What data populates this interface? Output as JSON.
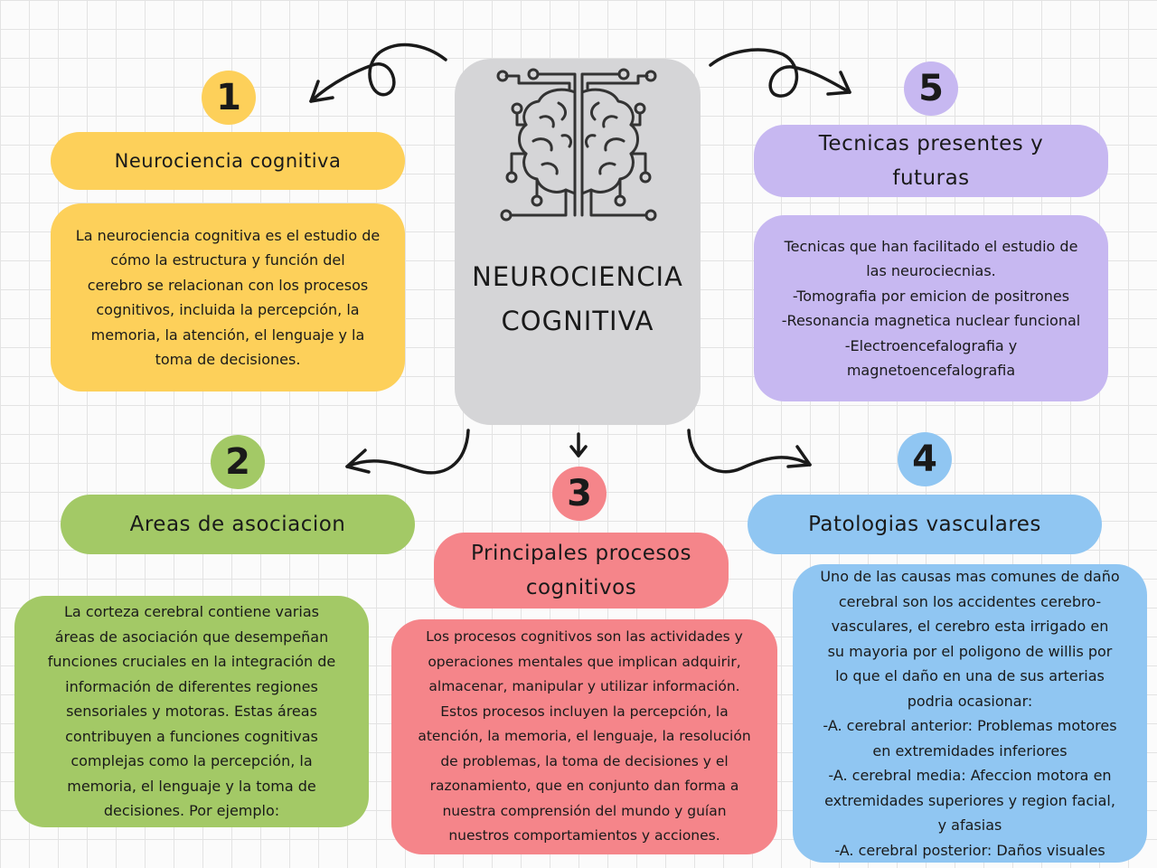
{
  "center": {
    "title": "NEUROCIENCIA\nCOGNITIVA",
    "icon": "brain-circuit-icon",
    "color": "#d5d5d7"
  },
  "nodes": [
    {
      "number": "1",
      "title": "Neurociencia cognitiva",
      "body": "La neurociencia cognitiva es el estudio de\ncómo la estructura y función del\ncerebro se relacionan con los procesos\ncognitivos, incluida la percepción, la\nmemoria, la atención, el lenguaje y la\ntoma de decisiones.",
      "color": "#fdd05a"
    },
    {
      "number": "2",
      "title": "Areas de asociacion",
      "body": "La corteza cerebral contiene varias\náreas de asociación que desempeñan\nfunciones cruciales en la integración de\ninformación de diferentes regiones\nsensoriales y motoras. Estas áreas\ncontribuyen a funciones cognitivas\ncomplejas como la percepción, la\nmemoria, el lenguaje y la toma de\ndecisiones. Por ejemplo:",
      "color": "#a3c966"
    },
    {
      "number": "3",
      "title": "Principales procesos\ncognitivos",
      "body": "Los procesos cognitivos son las actividades y\noperaciones mentales que implican adquirir,\nalmacenar, manipular y utilizar información.\nEstos procesos incluyen la percepción, la\natención, la memoria, el lenguaje, la resolución\nde problemas, la toma de decisiones y el\nrazonamiento, que en conjunto dan forma a\nnuestra comprensión del mundo y guían\nnuestros comportamientos y acciones.",
      "color": "#f5858a"
    },
    {
      "number": "4",
      "title": "Patologias vasculares",
      "body": "Uno de las causas mas comunes de daño\ncerebral son los accidentes cerebro-\nvasculares, el cerebro esta irrigado en\nsu mayoria por el poligono de willis por\nlo que el daño en una de sus arterias\npodria ocasionar:\n-A. cerebral anterior: Problemas motores\nen extremidades inferiores\n-A. cerebral media: Afeccion motora en\nextremidades superiores y region facial,\ny afasias\n-A. cerebral posterior: Daños visuales",
      "color": "#90c6f2"
    },
    {
      "number": "5",
      "title": "Tecnicas presentes y\nfuturas",
      "body": "Tecnicas que han facilitado el estudio de\nlas neurociecnias.\n-Tomografia por emicion de positrones\n-Resonancia magnetica nuclear funcional\n-Electroencefalografia y\nmagnetoencefalografia",
      "color": "#c7b8f1"
    }
  ],
  "arrow_color": "#1a1a1a"
}
